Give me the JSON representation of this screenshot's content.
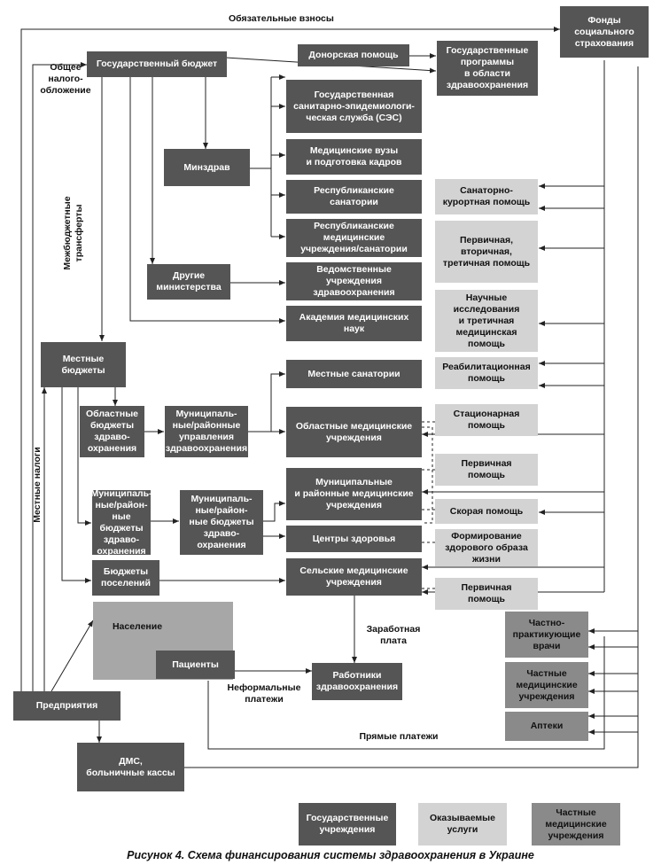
{
  "labels": {
    "mandatory": "Обязательные взносы",
    "general_tax": "Общее\nналого-\nобложение",
    "interbudget": "Межбюджетные\nтрансферты",
    "local_taxes": "Местные налоги",
    "salary": "Заработная\nплата",
    "informal": "Неформальные\nплатежи",
    "direct": "Прямые платежи"
  },
  "boxes": {
    "fss": "Фонды\nсоциального\nстрахования",
    "state_budget": "Государственный бюджет",
    "donor": "Донорская помощь",
    "state_programs": "Государственные\nпрограммы\nв области\nздравоохранения",
    "ses": "Государственная\nсанитарно-эпидемиологи-\nческая служба (СЭС)",
    "med_univ": "Медицинские вузы\nи подготовка кадров",
    "rep_sanat": "Республиканские\nсанатории",
    "rep_inst": "Республиканские\nмедицинские\nучреждения/санатории",
    "minzdrav": "Минздрав",
    "other_min": "Другие\nминистерства",
    "dept_inst": "Ведомственные\nучреждения\nздравоохранения",
    "academy": "Академия медицинских\nнаук",
    "local_budgets": "Местные\nбюджеты",
    "local_sanat": "Местные санатории",
    "obl_budgets": "Областные\nбюджеты\nздраво-\nохранения",
    "mun_admin": "Муниципаль-\nные/районные\nуправления\nздравоохранения",
    "obl_inst": "Областные медицинские\nучреждения",
    "mun_budgets": "Муниципаль-\nные/район-\nные бюджеты\nздраво-\nохранения",
    "mun_budgets2": "Муниципаль-\nные/район-\nные бюджеты\nздраво-\nохранения",
    "mun_inst": "Муниципальные\nи районные медицинские\nучреждения",
    "health_centers": "Центры здоровья",
    "settle_budgets": "Бюджеты\nпоселений",
    "rural_inst": "Сельские медицинские\nучреждения",
    "population": "Население",
    "patients": "Пациенты",
    "workers": "Работники\nздравоохранения",
    "enterprises": "Предприятия",
    "dms": "ДМС,\nбольничные кассы",
    "svc_sanat": "Санаторно-\nкурортная помощь",
    "svc_pst": "Первичная,\nвторичная,\nтретичная помощь",
    "svc_research": "Научные\nисследования\nи третичная\nмедицинская\nпомощь",
    "svc_rehab": "Реабилитационная\nпомощь",
    "svc_stat": "Стационарная\nпомощь",
    "svc_prim1": "Первичная\nпомощь",
    "svc_emerg": "Скорая помощь",
    "svc_healthy": "Формирование\nздорового образа\nжизни",
    "svc_prim2": "Первичная\nпомощь",
    "pvt_doctors": "Частно-\nпрактикующие\nврачи",
    "pvt_inst": "Частные\nмедицинские\nучреждения",
    "pharmacies": "Аптеки"
  },
  "legend": {
    "gov": "Государственные\nучреждения",
    "svc": "Оказываемые\nуслуги",
    "prv": "Частные\nмедицинские\nучреждения"
  },
  "caption": "Рисунок 4.  Схема финансирования системы здравоохранения в Украине",
  "colors": {
    "gov": "#555555",
    "svc": "#d3d3d3",
    "prv": "#8a8a8a",
    "population": "#a7a7a7",
    "line": "#222222"
  }
}
